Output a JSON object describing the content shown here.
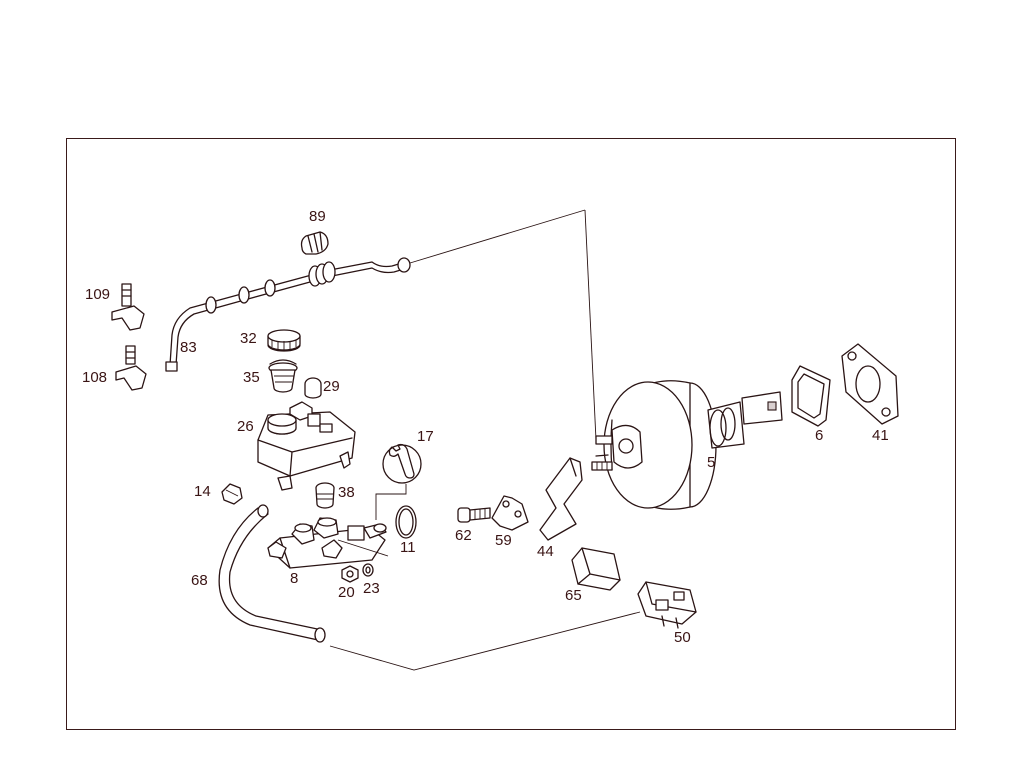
{
  "labels": {
    "p89": "89",
    "p109": "109",
    "p83": "83",
    "p108": "108",
    "p32": "32",
    "p35": "35",
    "p29": "29",
    "p26": "26",
    "p17": "17",
    "p14": "14",
    "p38": "38",
    "p11": "11",
    "p62": "62",
    "p59": "59",
    "p44": "44",
    "p8": "8",
    "p20": "20",
    "p23": "23",
    "p68": "68",
    "p65": "65",
    "p50": "50",
    "p5": "5",
    "p6": "6",
    "p41": "41"
  }
}
